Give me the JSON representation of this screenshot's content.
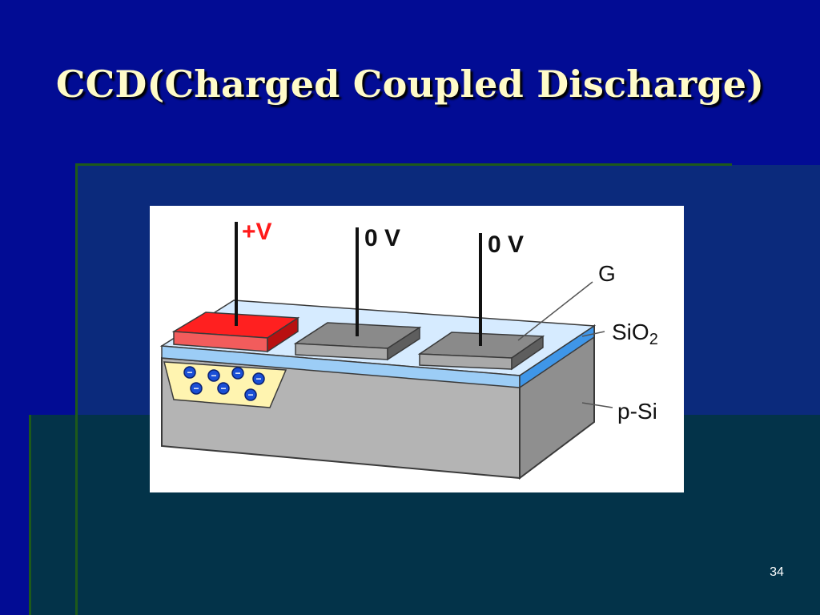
{
  "slide": {
    "title": "CCD(Charged Coupled Discharge)",
    "page_number": "34"
  },
  "diagram": {
    "electrodes": [
      {
        "voltage": "+V",
        "color": "#ff1a1a"
      },
      {
        "voltage": "0 V",
        "color": "#808080"
      },
      {
        "voltage": "0 V",
        "color": "#808080"
      }
    ],
    "layers": {
      "gate": "G",
      "oxide": "SiO",
      "oxide_subscript": "2",
      "substrate": "p-Si"
    },
    "electron_symbol": "−",
    "electron_count": 7,
    "colors": {
      "positive_electrode": "#ff1a1a",
      "neutral_electrode": "#808080",
      "oxide_layer": "#cde6ff",
      "substrate": "#b0b0b0",
      "charge_well": "#fff4b0",
      "electron": "#1a4fd6"
    }
  }
}
